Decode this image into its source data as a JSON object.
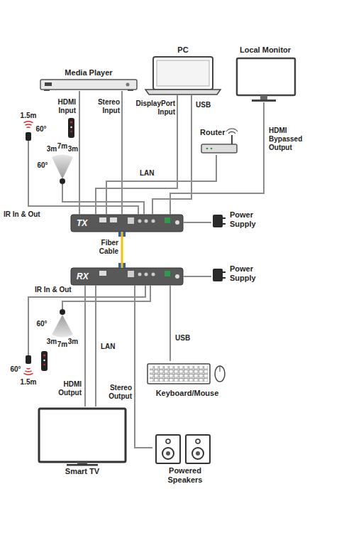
{
  "diagram": {
    "nodes": [
      {
        "text": [
          "Media Player"
        ]
      },
      {
        "text": [
          "PC"
        ]
      },
      {
        "text": [
          "Local Monitor"
        ]
      },
      {
        "text": [
          "Router"
        ]
      },
      {
        "text": [
          "TX"
        ]
      },
      {
        "text": [
          "Power Supply"
        ]
      },
      {
        "text": [
          "RX"
        ]
      },
      {
        "text": [
          "Power Supply"
        ]
      },
      {
        "text": [
          "Keyboard/Mouse"
        ]
      },
      {
        "text": [
          "Smart TV"
        ]
      },
      {
        "text": [
          "Powered Speakers"
        ]
      }
    ],
    "edges": [
      {
        "from": 0,
        "to": 4,
        "label": "HDMI Input",
        "arrow": "none"
      },
      {
        "from": 0,
        "to": 4,
        "label": "Stereo Input",
        "arrow": "none"
      },
      {
        "from": 1,
        "to": 4,
        "label": "DisplayPort Input",
        "arrow": "none"
      },
      {
        "from": 1,
        "to": 4,
        "label": "USB",
        "arrow": "none"
      },
      {
        "from": 4,
        "to": 2,
        "label": "HDMI Bypassed Output",
        "arrow": "none"
      },
      {
        "from": 3,
        "to": 4,
        "label": "LAN",
        "arrow": "none"
      },
      {
        "from": 5,
        "to": 4,
        "arrow": "none"
      },
      {
        "from": 4,
        "to": 6,
        "label": "Fiber Cable",
        "arrow": "none"
      },
      {
        "from": 7,
        "to": 6,
        "arrow": "none"
      },
      {
        "from": 6,
        "to": 9,
        "label": "HDMI Output",
        "arrow": "none"
      },
      {
        "from": 6,
        "to": 9,
        "label": "LAN",
        "arrow": "none"
      },
      {
        "from": 6,
        "to": 8,
        "label": "USB",
        "arrow": "none"
      },
      {
        "from": 6,
        "to": 10,
        "label": "Stereo Output",
        "arrow": "none"
      }
    ],
    "labels": [
      "IR In & Out",
      "1.5m",
      "60°",
      "3m",
      "7m",
      "3m",
      "60°",
      "IR In & Out",
      "60°",
      "3m",
      "7m",
      "3m",
      "60°",
      "1.5m"
    ]
  }
}
